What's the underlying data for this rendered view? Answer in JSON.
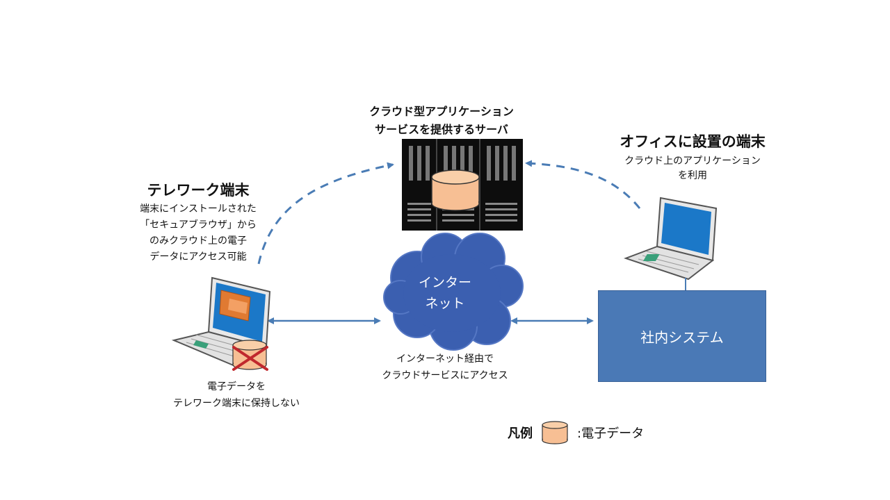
{
  "server": {
    "title_line1": "クラウド型アプリケーション",
    "title_line2": "サービスを提供するサーバ"
  },
  "office": {
    "title": "オフィスに設置の端末",
    "desc_line1": "クラウド上のアプリケーション",
    "desc_line2": "を利用"
  },
  "telework": {
    "title": "テレワーク端末",
    "desc_line1": "端末にインストールされた",
    "desc_line2": "「セキュアブラウザ」から",
    "desc_line3": "のみクラウド上の電子",
    "desc_line4": "データにアクセス可能"
  },
  "no_data_note": {
    "line1": "電子データを",
    "line2": "テレワーク端末に保持しない"
  },
  "internet": {
    "cloud_line1": "インター",
    "cloud_line2": "ネット",
    "note_line1": "インターネット経由で",
    "note_line2": "クラウドサービスにアクセス"
  },
  "system": {
    "label": "社内システム"
  },
  "legend": {
    "title": "凡例",
    "item_label": ":電子データ"
  },
  "colors": {
    "arrow": "#4a7cb5",
    "cloud": "#3b5fb0",
    "system_box": "#4a79b6",
    "data_fill": "#f7bf94",
    "server_body": "#0d0d0d",
    "cross": "#c0282d",
    "screen": "#1b78c8"
  },
  "icons": [
    "server-icon",
    "laptop-icon",
    "cloud-icon",
    "database-icon",
    "cross-icon"
  ]
}
